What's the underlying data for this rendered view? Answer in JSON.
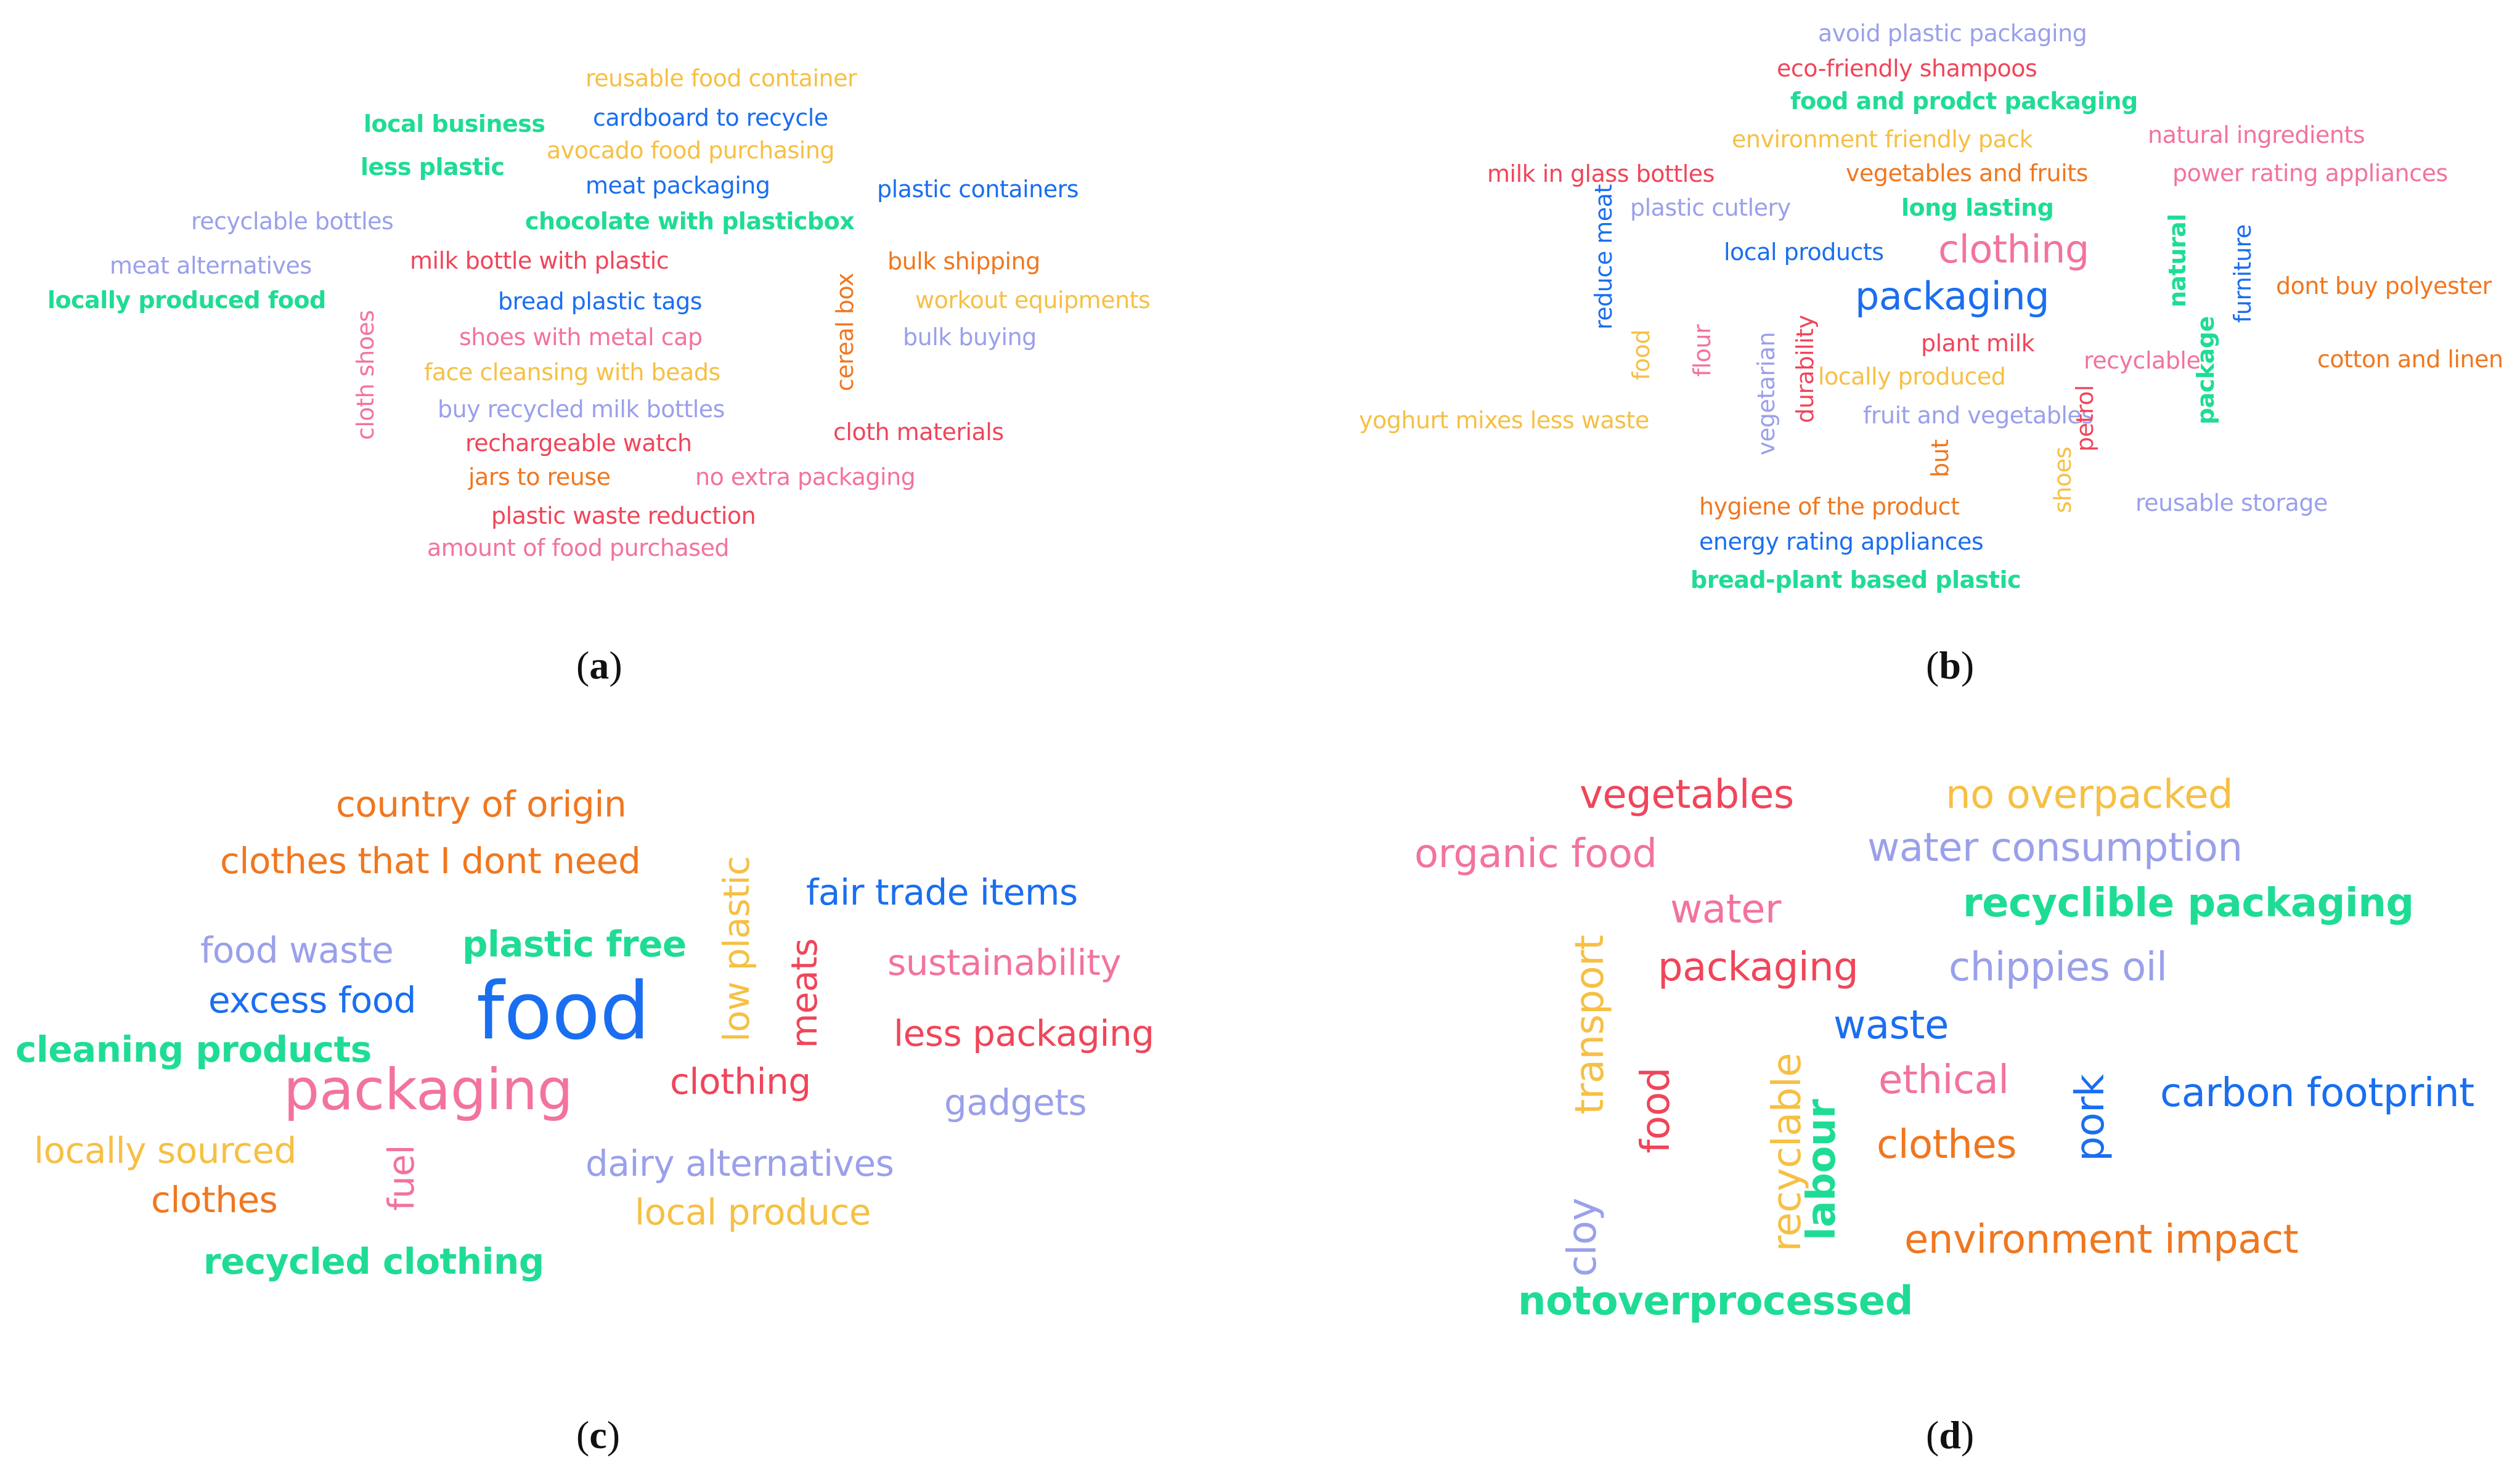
{
  "colors": {
    "pink": "#f2739e",
    "red": "#f0455a",
    "orange": "#f0771f",
    "yellow": "#f6c044",
    "green": "#1fdc95",
    "blue": "#1a6ef0",
    "lavender": "#9aa0ea"
  },
  "panels": [
    {
      "label": "a",
      "words": [
        {
          "text": "reusable food container",
          "color": "yellow"
        },
        {
          "text": "local business",
          "color": "green"
        },
        {
          "text": "cardboard to recycle",
          "color": "blue"
        },
        {
          "text": "less plastic",
          "color": "green"
        },
        {
          "text": "avocado food purchasing",
          "color": "yellow"
        },
        {
          "text": "meat packaging",
          "color": "blue"
        },
        {
          "text": "plastic containers",
          "color": "blue"
        },
        {
          "text": "recyclable bottles",
          "color": "lavender"
        },
        {
          "text": "chocolate with plasticbox",
          "color": "green"
        },
        {
          "text": "meat alternatives",
          "color": "lavender"
        },
        {
          "text": "milk bottle with plastic",
          "color": "red"
        },
        {
          "text": "bulk shipping",
          "color": "orange"
        },
        {
          "text": "locally produced food",
          "color": "green"
        },
        {
          "text": "bread plastic tags",
          "color": "blue"
        },
        {
          "text": "workout equipments",
          "color": "yellow"
        },
        {
          "text": "shoes with metal cap",
          "color": "pink"
        },
        {
          "text": "bulk buying",
          "color": "lavender"
        },
        {
          "text": "face cleansing with beads",
          "color": "yellow"
        },
        {
          "text": "cloth shoes",
          "color": "pink"
        },
        {
          "text": "cereal box",
          "color": "orange"
        },
        {
          "text": "buy recycled milk bottles",
          "color": "lavender"
        },
        {
          "text": "cloth materials",
          "color": "red"
        },
        {
          "text": "rechargeable watch",
          "color": "red"
        },
        {
          "text": "jars to reuse",
          "color": "orange"
        },
        {
          "text": "no extra packaging",
          "color": "pink"
        },
        {
          "text": "plastic waste reduction",
          "color": "red"
        },
        {
          "text": "amount of food purchased",
          "color": "pink"
        }
      ]
    },
    {
      "label": "b",
      "words": [
        {
          "text": "avoid plastic packaging",
          "color": "lavender"
        },
        {
          "text": "eco-friendly shampoos",
          "color": "red"
        },
        {
          "text": "food and prodct packaging",
          "color": "green"
        },
        {
          "text": "environment friendly pack",
          "color": "yellow"
        },
        {
          "text": "natural ingredients",
          "color": "pink"
        },
        {
          "text": "milk in glass bottles",
          "color": "red"
        },
        {
          "text": "vegetables and fruits",
          "color": "orange"
        },
        {
          "text": "power rating appliances",
          "color": "pink"
        },
        {
          "text": "plastic cutlery",
          "color": "lavender"
        },
        {
          "text": "long lasting",
          "color": "green"
        },
        {
          "text": "local products",
          "color": "blue"
        },
        {
          "text": "clothing",
          "color": "pink"
        },
        {
          "text": "reduce meat",
          "color": "blue"
        },
        {
          "text": "natural",
          "color": "green"
        },
        {
          "text": "furniture",
          "color": "blue"
        },
        {
          "text": "packaging",
          "color": "blue"
        },
        {
          "text": "dont buy polyester",
          "color": "orange"
        },
        {
          "text": "food",
          "color": "yellow"
        },
        {
          "text": "flour",
          "color": "pink"
        },
        {
          "text": "vegetarian",
          "color": "lavender"
        },
        {
          "text": "durability",
          "color": "red"
        },
        {
          "text": "plant milk",
          "color": "red"
        },
        {
          "text": "recyclable",
          "color": "pink"
        },
        {
          "text": "package",
          "color": "green"
        },
        {
          "text": "cotton and linen",
          "color": "orange"
        },
        {
          "text": "locally produced",
          "color": "yellow"
        },
        {
          "text": "yoghurt mixes less waste",
          "color": "yellow"
        },
        {
          "text": "fruit and vegetables",
          "color": "lavender"
        },
        {
          "text": "petrol",
          "color": "red"
        },
        {
          "text": "but",
          "color": "orange"
        },
        {
          "text": "shoes",
          "color": "yellow"
        },
        {
          "text": "reusable storage",
          "color": "lavender"
        },
        {
          "text": "hygiene of the product",
          "color": "orange"
        },
        {
          "text": "energy rating appliances",
          "color": "blue"
        },
        {
          "text": "bread-plant based plastic",
          "color": "green"
        }
      ]
    },
    {
      "label": "c",
      "words": [
        {
          "text": "country of origin",
          "color": "orange"
        },
        {
          "text": "clothes that I dont need",
          "color": "orange"
        },
        {
          "text": "low plastic",
          "color": "yellow"
        },
        {
          "text": "fair trade items",
          "color": "blue"
        },
        {
          "text": "food waste",
          "color": "lavender"
        },
        {
          "text": "plastic free",
          "color": "green"
        },
        {
          "text": "meats",
          "color": "red"
        },
        {
          "text": "sustainability",
          "color": "pink"
        },
        {
          "text": "excess food",
          "color": "blue"
        },
        {
          "text": "food",
          "color": "blue"
        },
        {
          "text": "less packaging",
          "color": "red"
        },
        {
          "text": "cleaning products",
          "color": "green"
        },
        {
          "text": "clothing",
          "color": "red"
        },
        {
          "text": "packaging",
          "color": "pink"
        },
        {
          "text": "gadgets",
          "color": "lavender"
        },
        {
          "text": "locally sourced",
          "color": "yellow"
        },
        {
          "text": "fuel",
          "color": "pink"
        },
        {
          "text": "dairy alternatives",
          "color": "lavender"
        },
        {
          "text": "clothes",
          "color": "orange"
        },
        {
          "text": "local produce",
          "color": "yellow"
        },
        {
          "text": "recycled clothing",
          "color": "green"
        }
      ]
    },
    {
      "label": "d",
      "words": [
        {
          "text": "vegetables",
          "color": "red"
        },
        {
          "text": "no overpacked",
          "color": "yellow"
        },
        {
          "text": "organic food",
          "color": "pink"
        },
        {
          "text": "water consumption",
          "color": "lavender"
        },
        {
          "text": "water",
          "color": "pink"
        },
        {
          "text": "recyclible packaging",
          "color": "green"
        },
        {
          "text": "transport",
          "color": "yellow"
        },
        {
          "text": "packaging",
          "color": "red"
        },
        {
          "text": "chippies oil",
          "color": "lavender"
        },
        {
          "text": "waste",
          "color": "blue"
        },
        {
          "text": "food",
          "color": "red"
        },
        {
          "text": "recyclable",
          "color": "yellow"
        },
        {
          "text": "ethical",
          "color": "pink"
        },
        {
          "text": "pork",
          "color": "blue"
        },
        {
          "text": "carbon footprint",
          "color": "blue"
        },
        {
          "text": "labour",
          "color": "green"
        },
        {
          "text": "clothes",
          "color": "orange"
        },
        {
          "text": "cloy",
          "color": "lavender"
        },
        {
          "text": "environment impact",
          "color": "orange"
        },
        {
          "text": "notoverprocessed",
          "color": "green"
        }
      ]
    }
  ]
}
